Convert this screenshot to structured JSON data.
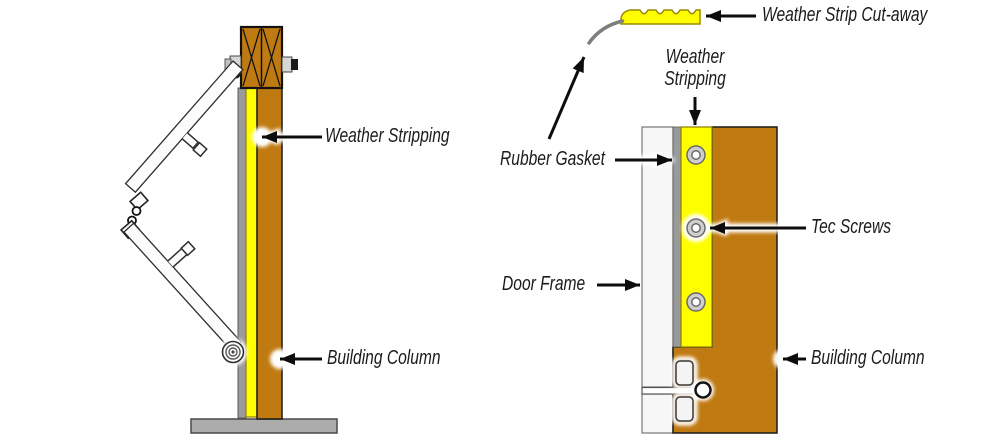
{
  "colors": {
    "column_orange": "#C07A12",
    "weather_strip_yellow": "#FEFE00",
    "gasket_gray": "#9A9A9A",
    "frame_white": "#F7F7F7",
    "base_gray": "#ACACAC",
    "label_text": "#1B1B1B"
  },
  "left_diagram": {
    "weather_stripping_label": "Weather Stripping",
    "building_column_label": "Building Column"
  },
  "right_diagram": {
    "weather_strip_cutaway_label": "Weather Strip Cut-away",
    "weather_stripping_line1": "Weather",
    "weather_stripping_line2": "Stripping",
    "rubber_gasket_label": "Rubber Gasket",
    "tec_screws_label": "Tec Screws",
    "door_frame_label": "Door Frame",
    "building_column_label": "Building Column"
  }
}
